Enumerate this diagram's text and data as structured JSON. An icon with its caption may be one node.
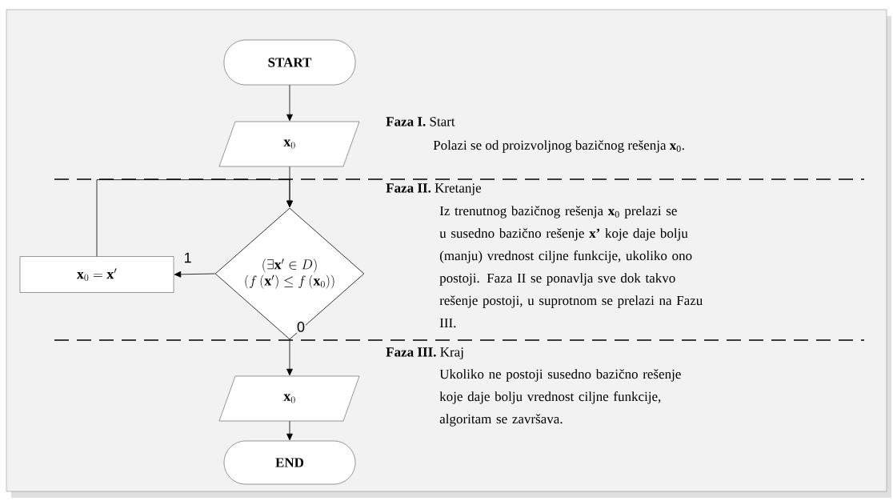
{
  "diagram": {
    "nodes": [
      {
        "text": [
          "START"
        ]
      },
      {
        "text": [
          "\\mathbf{x}_{0}"
        ]
      },
      {
        "text": [
          "\\left(\\exists \\mathbf{x}' \\in D\\right)",
          "\\left(f\\left(\\mathbf{x}'\\right)\\le f\\left(\\mathbf{x}_{0}\\right)\\right)"
        ]
      },
      {
        "text": [
          "\\mathbf{x}_{0}=\\mathbf{x}'"
        ]
      },
      {
        "text": [
          "\\mathbf{x}_{0}"
        ]
      },
      {
        "text": [
          "END"
        ]
      }
    ],
    "edges": [
      {
        "from": 0,
        "to": 1,
        "arrow": "to"
      },
      {
        "from": 1,
        "to": 2,
        "arrow": "to"
      },
      {
        "from": 2,
        "to": 3,
        "arrow": "to",
        "label": "1"
      },
      {
        "from": 3,
        "to": 2,
        "arrow": "to"
      },
      {
        "from": 2,
        "to": 4,
        "arrow": "to",
        "label": "0"
      },
      {
        "from": 4,
        "to": 5,
        "arrow": "to"
      }
    ],
    "labels": [
      "**Faza I.** Start",
      "Polazi se od proizvoljnog bazičnog rešenja **x**$_{0}$.",
      "**Faza II.** Kretanje",
      "Iz trenutnog bazičnog rešenja **x**$_{0}$ prelazi se u susedno bazično rešenje **x’** koje daje bolju (manju) vrednost ciljne funkcije, ukoliko ono postoji. Faza II se ponavlja sve dok takvo rešenje postoji, u suprotnom se prelazi na Fazu III.",
      "**Faza III.** Kraj",
      "Ukoliko ne postoji susedno bazično rešenje koje daje bolju vrednost ciljne funkcije, algoritam se završava."
    ]
  }
}
